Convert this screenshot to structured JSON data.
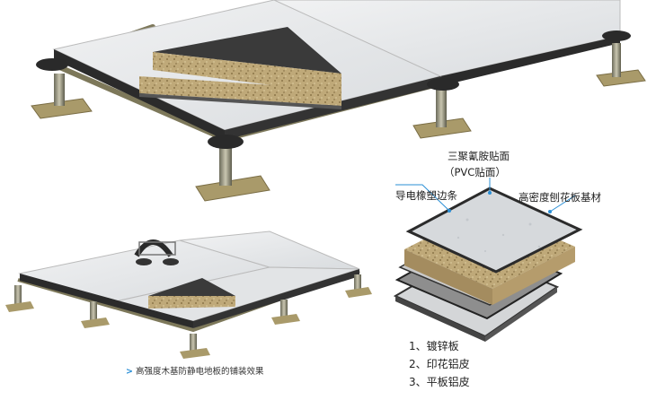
{
  "labels": {
    "top_layer_line1": "三聚氰胺贴面",
    "top_layer_line2": "（PVC贴面）",
    "edge_strip": "导电橡塑边条",
    "core_board": "高密度刨花板基材",
    "caption": "高强度木基防静电地板的铺装效果",
    "caption_marker": ">"
  },
  "layers": [
    {
      "num": "1、",
      "name": "镀锌板"
    },
    {
      "num": "2、",
      "name": "印花铝皮"
    },
    {
      "num": "3、",
      "name": "平板铝皮"
    }
  ],
  "colors": {
    "panel_top": "#e6e8ea",
    "panel_edge": "#2b2b2b",
    "particle_board": "#b9a37a",
    "steel_frame": "#8f8a6a",
    "pedestal_plate": "#a99a6a",
    "leader_line": "#2a8fd6"
  }
}
